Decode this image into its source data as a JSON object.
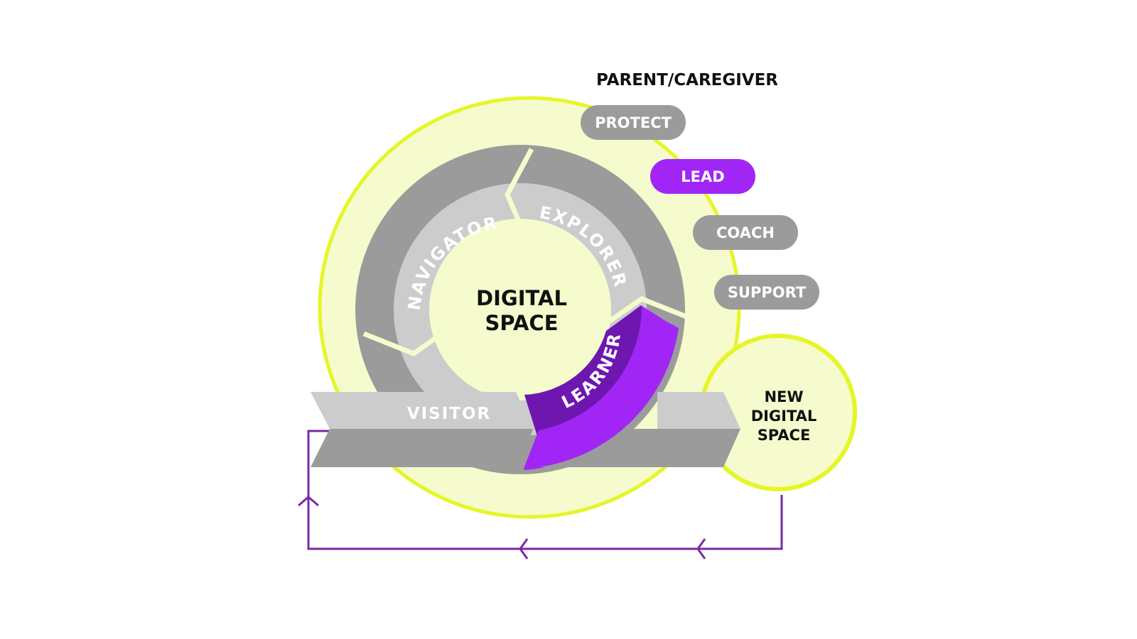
{
  "heading": "PARENT/CAREGIVER",
  "roles": [
    {
      "label": "PROTECT",
      "active": false
    },
    {
      "label": "LEAD",
      "active": true
    },
    {
      "label": "COACH",
      "active": false
    },
    {
      "label": "SUPPORT",
      "active": false
    }
  ],
  "center": {
    "line1": "DIGITAL",
    "line2": "SPACE"
  },
  "stages": {
    "navigator": "NAVIGATOR",
    "explorer": "EXPLORER",
    "learner": "LEARNER",
    "visitor": "VISITOR"
  },
  "new_space": {
    "line1": "NEW",
    "line2": "DIGITAL",
    "line3": "SPACE"
  },
  "colors": {
    "lime": "#e6f527",
    "pale": "#f5fbcc",
    "purple": "#a126f5",
    "purple_dark": "#6e17b0",
    "gray": "#9b9b9b",
    "gray_light": "#cccccc",
    "loop": "#7a2aa8"
  }
}
